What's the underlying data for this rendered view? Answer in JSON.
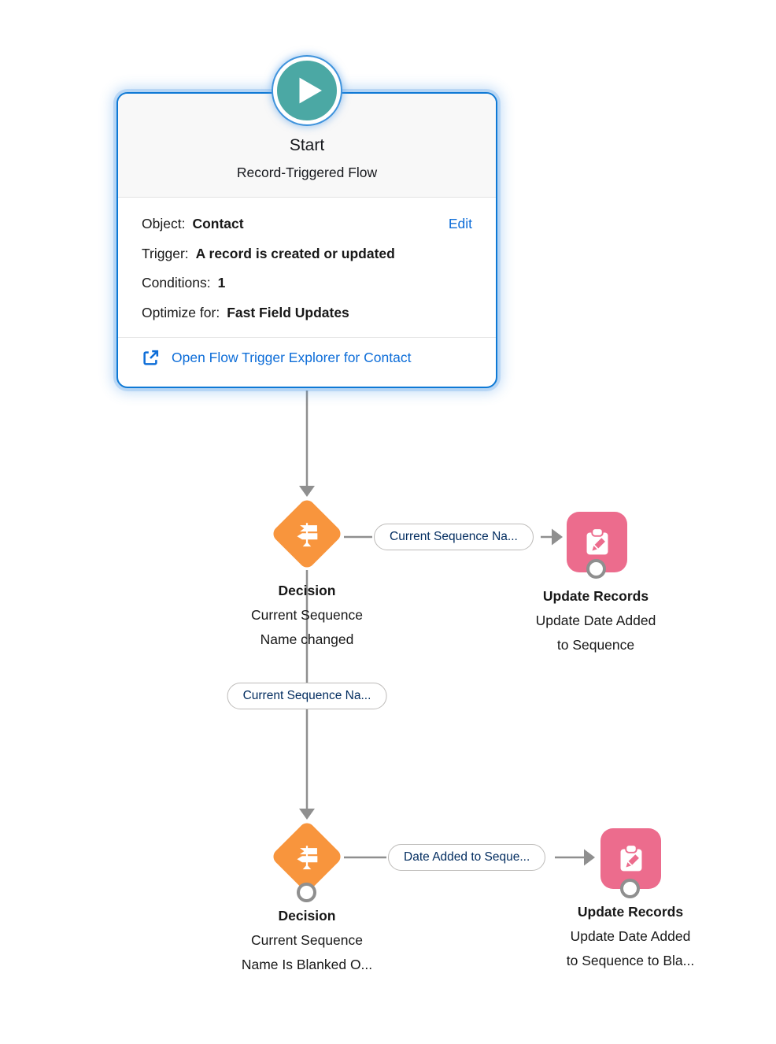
{
  "start": {
    "title": "Start",
    "subtitle": "Record-Triggered Flow",
    "rows": [
      {
        "label": "Object:",
        "value": "Contact",
        "action": "Edit"
      },
      {
        "label": "Trigger:",
        "value": "A record is created or updated"
      },
      {
        "label": "Conditions:",
        "value": "1"
      },
      {
        "label": "Optimize for:",
        "value": "Fast Field Updates"
      }
    ],
    "footer_link": "Open Flow Trigger Explorer for Contact"
  },
  "pills": {
    "decision1_right": "Current Sequence Na...",
    "decision1_down": "Current Sequence Na...",
    "decision2_right": "Date Added to Seque..."
  },
  "nodes": {
    "decision1": {
      "title": "Decision",
      "lines": [
        "Current Sequence",
        "Name changed"
      ]
    },
    "update1": {
      "title": "Update Records",
      "lines": [
        "Update Date Added",
        "to Sequence"
      ]
    },
    "decision2": {
      "title": "Decision",
      "lines": [
        "Current Sequence",
        "Name Is Blanked O..."
      ]
    },
    "update2": {
      "title": "Update Records",
      "lines": [
        "Update Date Added",
        "to Sequence to Bla..."
      ]
    }
  },
  "colors": {
    "selection_blue": "#0e79d5",
    "link_blue": "#0d6dd8",
    "start_teal": "#4BA8A4",
    "decision_orange": "#F8953D",
    "update_pink": "#EC6C8D",
    "connector_gray": "#8f8f8f",
    "pill_text_navy": "#032D60"
  },
  "icons": {
    "play": "play-icon",
    "external_link": "external-link-icon",
    "decision": "signpost-icon",
    "update_records": "clipboard-pencil-icon",
    "connector_end": "connector-dot"
  }
}
